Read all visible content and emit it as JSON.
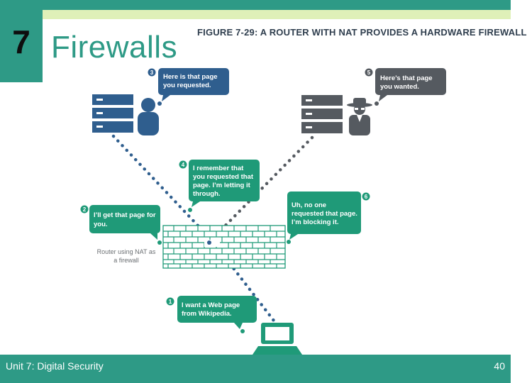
{
  "slide": {
    "chapter_number": "7",
    "title": "Firewalls",
    "figure_caption": "FIGURE 7-29: A ROUTER WITH NAT PROVIDES A HARDWARE FIREWALL",
    "footer_text": "Unit 7: Digital Security",
    "page_number": "40"
  },
  "diagram": {
    "steps": [
      {
        "number": "1",
        "lines": [
          "I want a Web page",
          "from Wikipedia."
        ]
      },
      {
        "number": "2",
        "lines": [
          "I’ll get that page for",
          "you."
        ]
      },
      {
        "number": "3",
        "lines": [
          "Here is that page",
          "you requested."
        ]
      },
      {
        "number": "4",
        "lines": [
          "I remember that",
          "you requested that",
          "page. I’m letting it",
          "through."
        ]
      },
      {
        "number": "5",
        "lines": [
          "Here’s that page",
          "you wanted."
        ]
      },
      {
        "number": "6",
        "lines": [
          "Uh, no one",
          "requested that page.",
          "I’m blocking it."
        ]
      }
    ],
    "router_label": [
      "Router using NAT as",
      "a firewall"
    ],
    "colors": {
      "green": "#1f9a78",
      "blue": "#2f5e8e",
      "gray": "#555a60",
      "dots_blue": "#2f5e8e",
      "dots_gray": "#555a60",
      "theme": "#2e9a86"
    }
  }
}
